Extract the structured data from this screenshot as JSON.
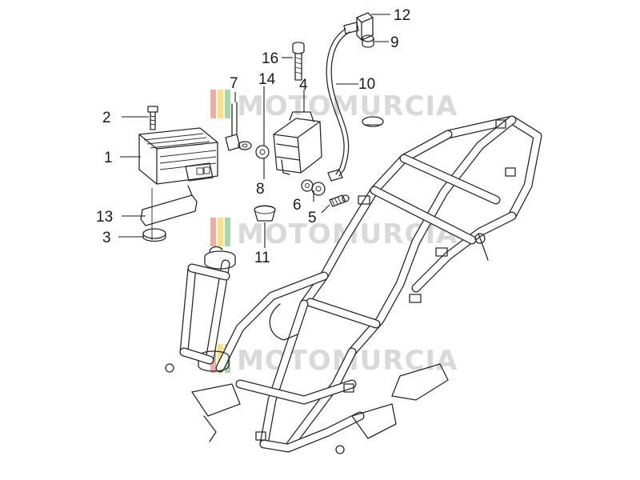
{
  "labels": {
    "l1": "1",
    "l2": "2",
    "l3": "3",
    "l4": "4",
    "l5": "5",
    "l6": "6",
    "l7": "7",
    "l8": "8",
    "l9": "9",
    "l10": "10",
    "l11": "11",
    "l12": "12",
    "l13": "13",
    "l14": "14",
    "l16": "16"
  },
  "watermark": {
    "text": "MOTOMURCIA",
    "stripe_colors": [
      "#f4a8a8",
      "#f7e08a",
      "#a8d8a8"
    ]
  },
  "colors": {
    "line": "#2a2a2a",
    "background": "#ffffff"
  }
}
